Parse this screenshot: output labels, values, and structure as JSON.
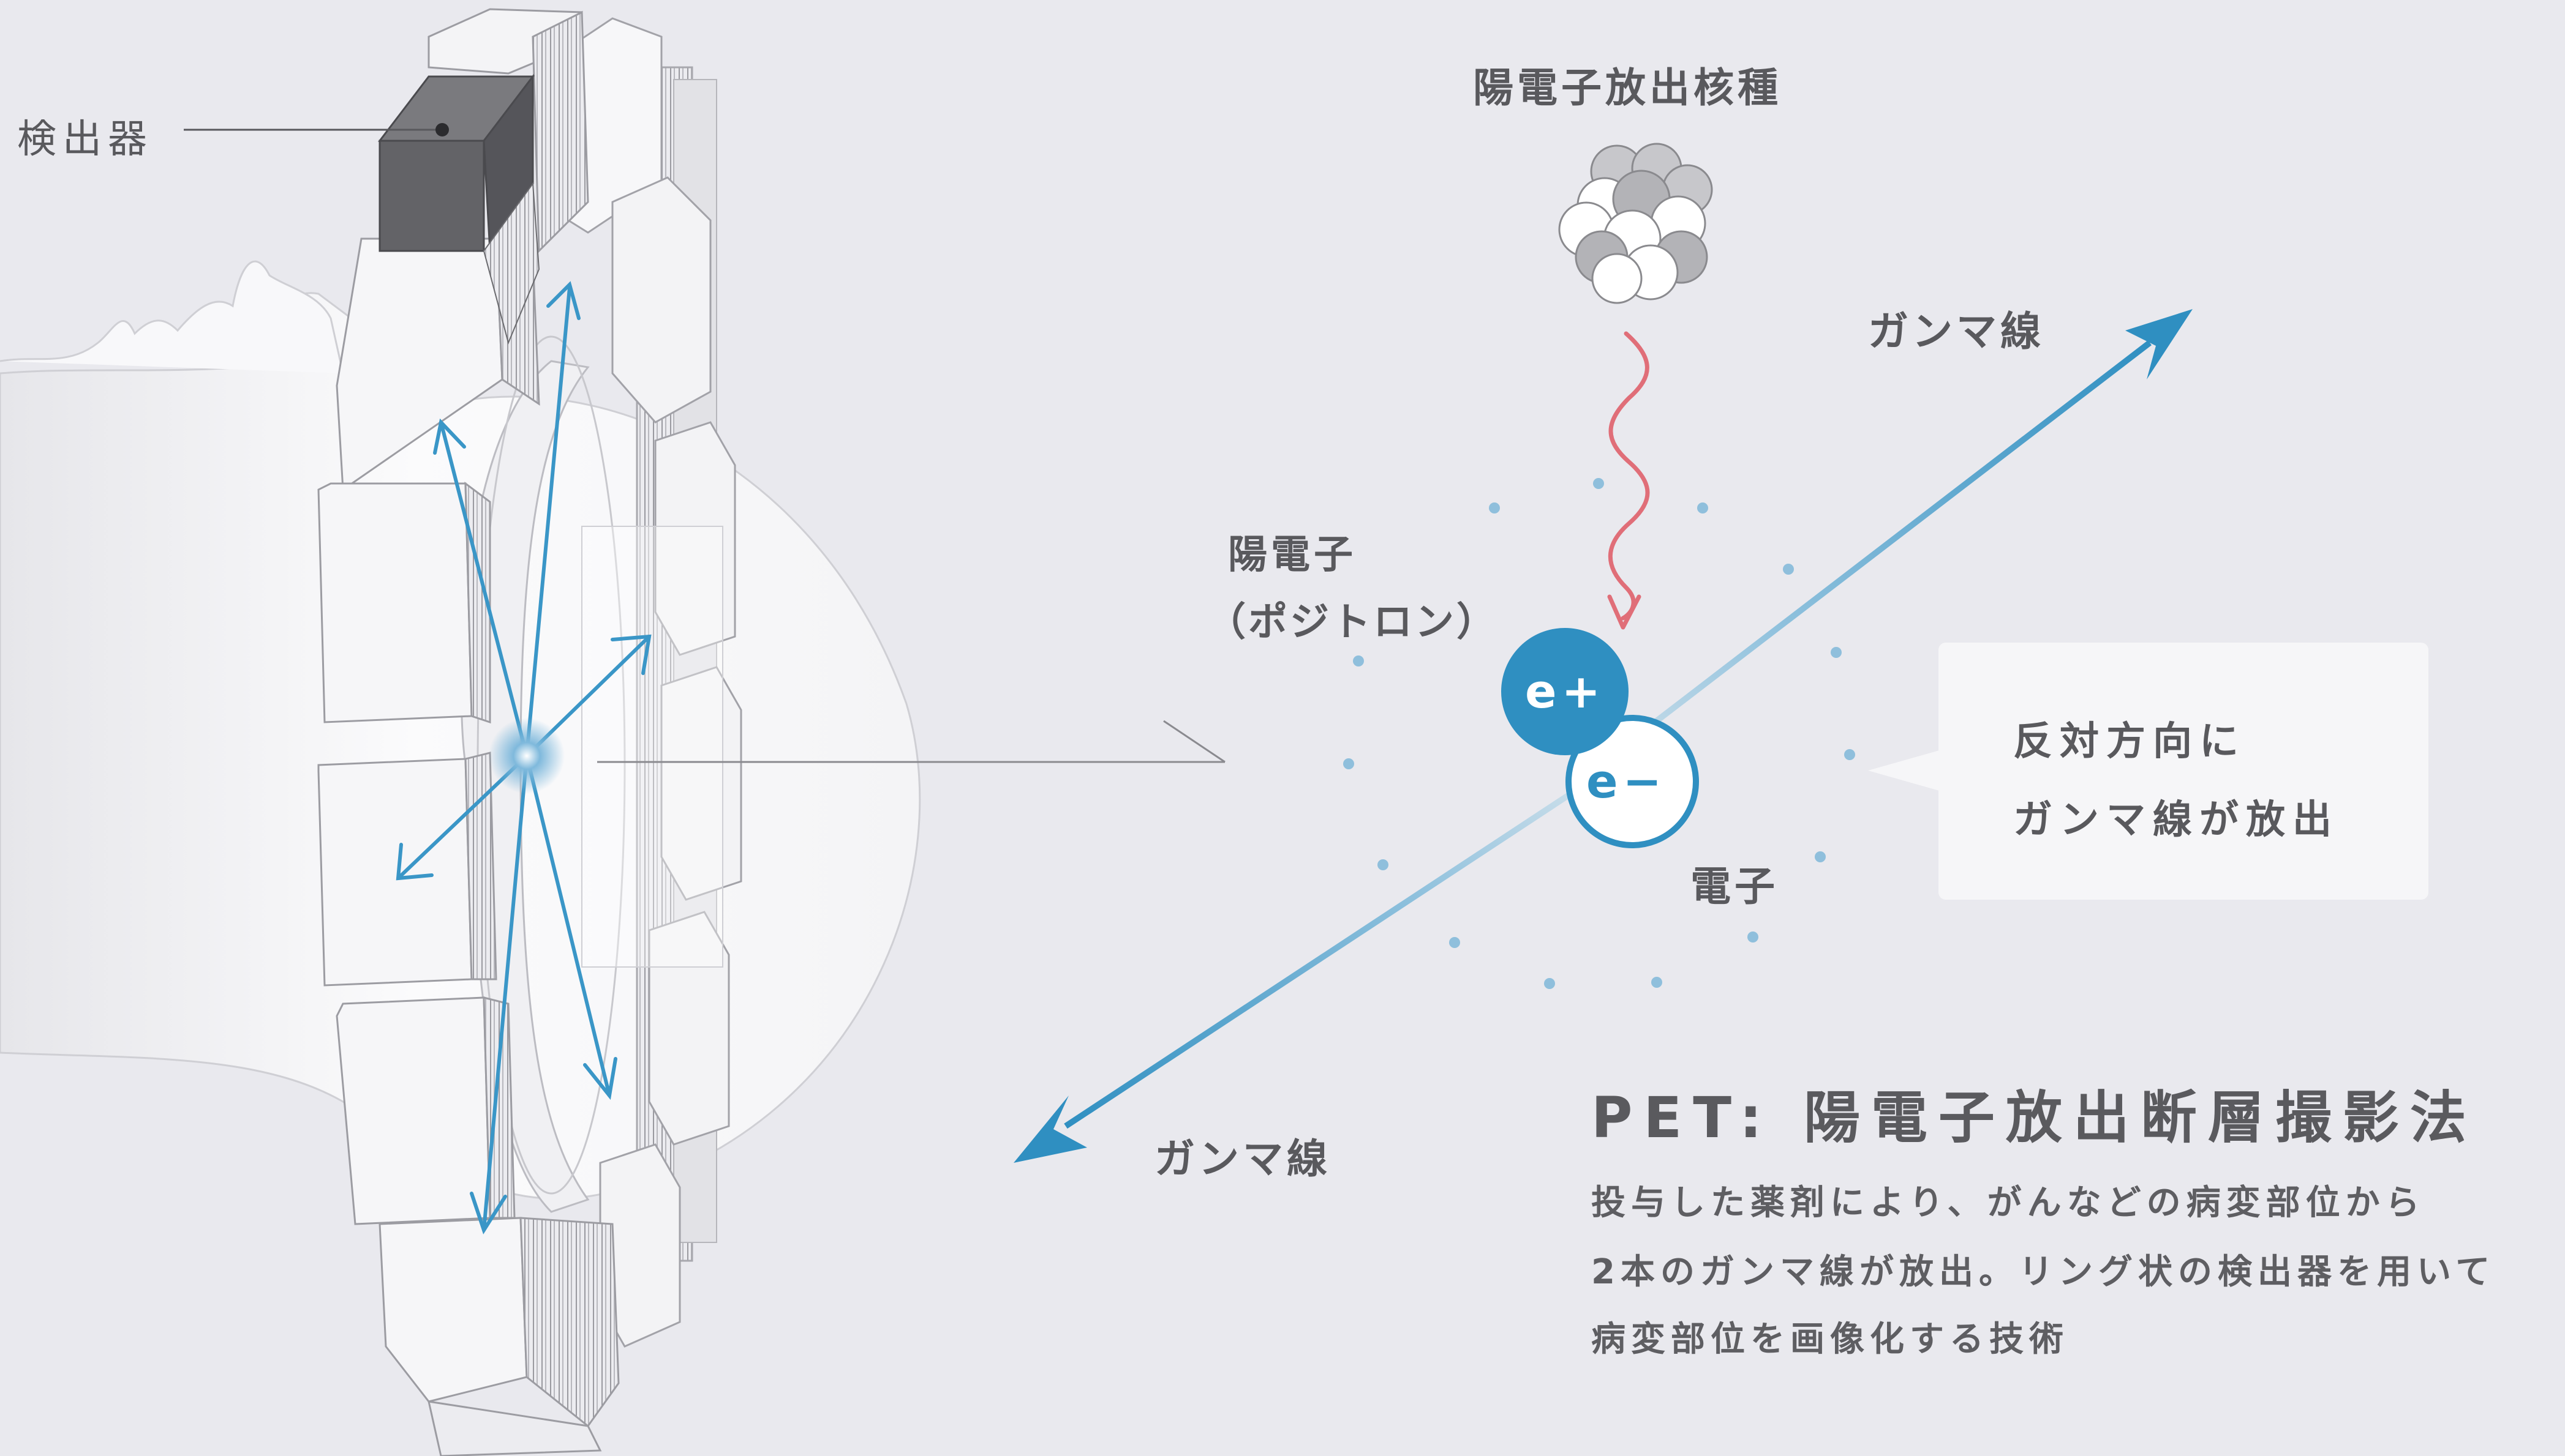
{
  "labels": {
    "detector": "検出器",
    "nuclide": "陽電子放出核種",
    "gamma_upper": "ガンマ線",
    "gamma_lower": "ガンマ線",
    "positron_line1": "陽電子",
    "positron_line2": "（ポジトロン）",
    "electron": "電子",
    "positron_symbol": "e+",
    "electron_symbol": "e−"
  },
  "callout": {
    "line1": "反対方向に",
    "line2": "ガンマ線が放出"
  },
  "description": {
    "title": "PET: 陽電子放出断層撮影法",
    "lines": [
      "投与した薬剤により、がんなどの病変部位から",
      "2本のガンマ線が放出。リング状の検出器を用いて",
      "病変部位を画像化する技術"
    ]
  },
  "colors": {
    "background": "#e9e9ee",
    "accent_blue": "#2f8fc1",
    "light_blue": "#a9cde2",
    "wave_red": "#e06e78",
    "detector_dark": "#636367",
    "text": "#59595d"
  },
  "icons": {
    "nucleus": "nucleus-cluster-icon",
    "emission_wave": "wavy-arrow-icon"
  }
}
